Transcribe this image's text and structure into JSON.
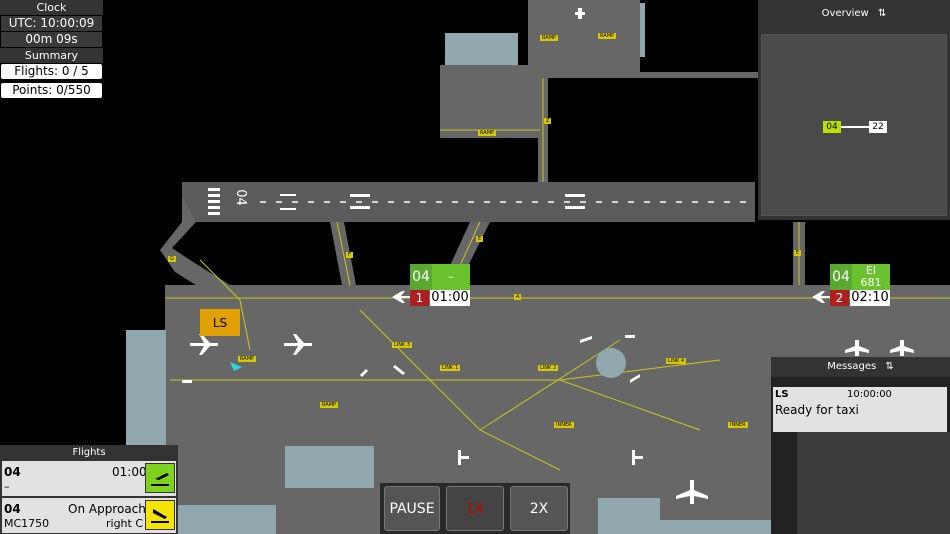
{
  "clock": {
    "header": "Clock",
    "utc": "UTC: 10:00:09",
    "elapsed": "00m 09s"
  },
  "summary": {
    "header": "Summary",
    "flights": "Flights: 0 / 5",
    "points": "Points: 0/550"
  },
  "overview": {
    "title": "Overview",
    "sort_icon": "arrows-up-down-icon",
    "runway_left": "04",
    "runway_right": "22"
  },
  "map_labels": {
    "ls_badge": "LS",
    "runway_number": "04",
    "taxiway_tags": [
      "RAMP",
      "RAMP",
      "RAMP",
      "RAMP",
      "RAMP",
      "Z",
      "A",
      "E",
      "F",
      "G",
      "LINK 1",
      "LINK 2",
      "LINK 3",
      "LINK 4",
      "INNER",
      "INNER",
      "E"
    ]
  },
  "flight_tags": [
    {
      "runway": "04",
      "flight": "–",
      "number": "1",
      "time": "01:00"
    },
    {
      "runway": "04",
      "flight": "EI\n681",
      "number": "2",
      "time": "02:10"
    }
  ],
  "messages": {
    "title": "Messages",
    "sort_icon": "arrows-up-down-icon",
    "items": [
      {
        "from": "LS",
        "time": "10:00:00",
        "text": "Ready for taxi"
      }
    ]
  },
  "flights_panel": {
    "title": "Flights",
    "items": [
      {
        "runway": "04",
        "callsign": "–",
        "status": "01:00",
        "icon": "takeoff-icon",
        "color": "#7ed321"
      },
      {
        "runway": "04",
        "callsign": "MC1750",
        "status": "On Approach",
        "status2": "right C",
        "icon": "landing-icon",
        "color": "#f5e400"
      }
    ]
  },
  "controls": {
    "pause": "PAUSE",
    "speed1": "1X",
    "speed2": "2X"
  },
  "colors": {
    "asphalt": "#676767",
    "terminal": "#8fa7ad",
    "taxi_line": "#c8c818",
    "tag_green": "#6bc22f",
    "alert_red": "#b01f1f",
    "ls_orange": "#e0a000"
  }
}
